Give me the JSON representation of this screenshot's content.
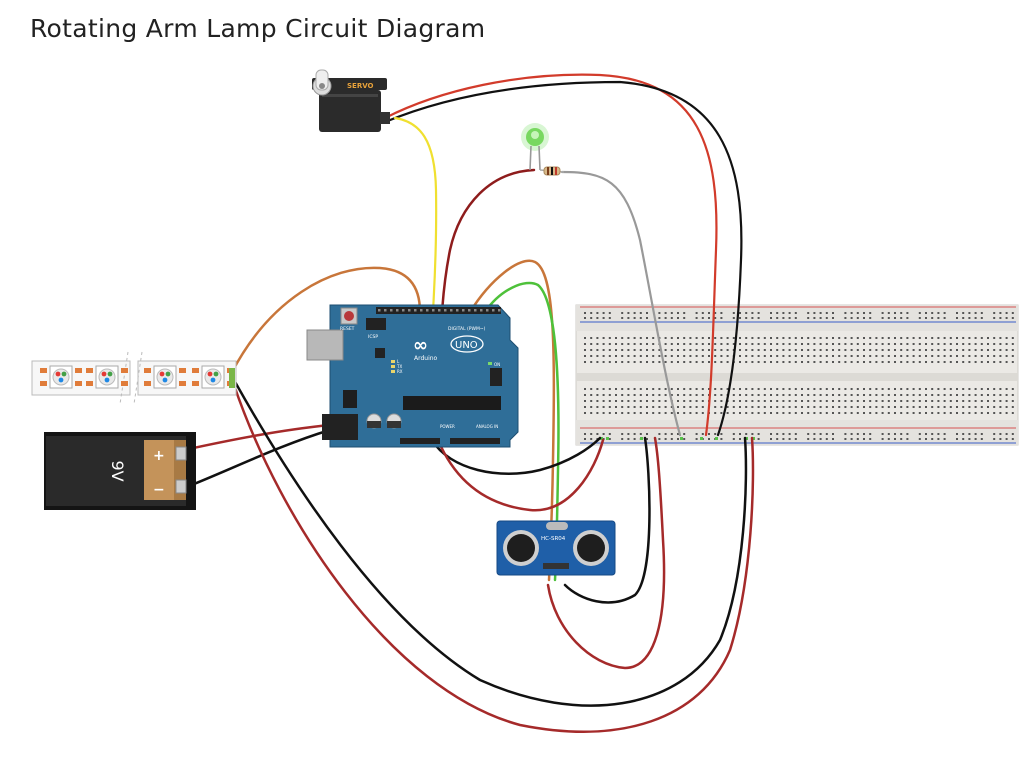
{
  "title": "Rotating Arm Lamp Circuit Diagram",
  "servo": {
    "label": "SERVO"
  },
  "arduino": {
    "model_label": "UNO",
    "brand_label": "Arduino",
    "reset_label": "RESET",
    "icsp_label": "ICSP",
    "digital_label": "DIGITAL (PWM~)",
    "power_label": "POWER",
    "analog_label": "ANALOG IN",
    "on_label": "ON",
    "tx_label": "TX",
    "rx_label": "RX",
    "l_label": "L"
  },
  "battery": {
    "voltage_label": "9V",
    "plus_label": "+",
    "minus_label": "−"
  },
  "sensor": {
    "model_label": "HC-SR04"
  },
  "colors": {
    "red": "#c0392b",
    "dark_red": "#9b1b1b",
    "black": "#111111",
    "orange": "#c87533",
    "yellow": "#f2e23a",
    "green": "#4cbb3a",
    "gray": "#9a9a9a",
    "board_blue": "#2e6d96",
    "sensor_blue": "#1f5fa8",
    "breadboard": "#eceae6"
  }
}
